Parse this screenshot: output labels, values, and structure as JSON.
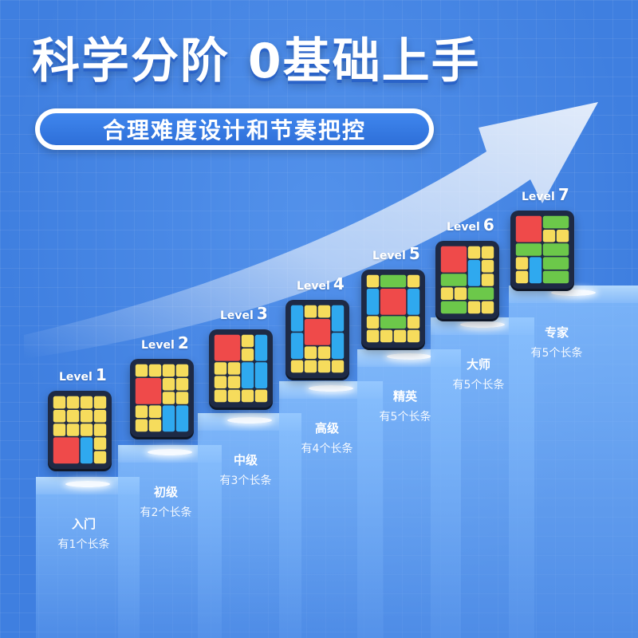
{
  "headline": "科学分阶 0基础上手",
  "subtitle": "合理难度设计和节奏把控",
  "colors": {
    "background": "#3f7fe0",
    "red": "#ef4a4a",
    "yellow": "#f6dc5c",
    "blue": "#2fa9ef",
    "green": "#6cc84a",
    "board": "#1e2a45"
  },
  "levels": [
    {
      "word": "Level",
      "num": "1",
      "name": "入门",
      "desc": "有1个长条",
      "blocks": [
        [
          0,
          0,
          1,
          1,
          "y"
        ],
        [
          1,
          0,
          1,
          1,
          "y"
        ],
        [
          2,
          0,
          1,
          1,
          "y"
        ],
        [
          3,
          0,
          1,
          1,
          "y"
        ],
        [
          0,
          1,
          1,
          1,
          "y"
        ],
        [
          1,
          1,
          1,
          1,
          "y"
        ],
        [
          2,
          1,
          1,
          1,
          "y"
        ],
        [
          3,
          1,
          1,
          1,
          "y"
        ],
        [
          0,
          2,
          1,
          1,
          "y"
        ],
        [
          1,
          2,
          1,
          1,
          "y"
        ],
        [
          2,
          2,
          1,
          1,
          "y"
        ],
        [
          3,
          2,
          1,
          1,
          "y"
        ],
        [
          0,
          3,
          2,
          2,
          "r"
        ],
        [
          2,
          3,
          1,
          2,
          "b"
        ],
        [
          3,
          3,
          1,
          1,
          "y"
        ],
        [
          3,
          4,
          1,
          1,
          "y"
        ]
      ]
    },
    {
      "word": "Level",
      "num": "2",
      "name": "初级",
      "desc": "有2个长条",
      "blocks": [
        [
          0,
          0,
          1,
          1,
          "y"
        ],
        [
          1,
          0,
          1,
          1,
          "y"
        ],
        [
          2,
          0,
          1,
          1,
          "y"
        ],
        [
          3,
          0,
          1,
          1,
          "y"
        ],
        [
          0,
          1,
          2,
          2,
          "r"
        ],
        [
          2,
          1,
          1,
          1,
          "y"
        ],
        [
          3,
          1,
          1,
          1,
          "y"
        ],
        [
          2,
          2,
          1,
          1,
          "y"
        ],
        [
          3,
          2,
          1,
          1,
          "y"
        ],
        [
          0,
          3,
          1,
          1,
          "y"
        ],
        [
          1,
          3,
          1,
          1,
          "y"
        ],
        [
          2,
          3,
          1,
          2,
          "b"
        ],
        [
          3,
          3,
          1,
          2,
          "b"
        ],
        [
          0,
          4,
          1,
          1,
          "y"
        ],
        [
          1,
          4,
          1,
          1,
          "y"
        ]
      ]
    },
    {
      "word": "Level",
      "num": "3",
      "name": "中级",
      "desc": "有3个长条",
      "blocks": [
        [
          0,
          0,
          2,
          2,
          "r"
        ],
        [
          2,
          0,
          1,
          1,
          "y"
        ],
        [
          3,
          0,
          1,
          2,
          "b"
        ],
        [
          2,
          1,
          1,
          1,
          "y"
        ],
        [
          0,
          2,
          1,
          1,
          "y"
        ],
        [
          1,
          2,
          1,
          1,
          "y"
        ],
        [
          2,
          2,
          1,
          2,
          "b"
        ],
        [
          3,
          2,
          1,
          2,
          "b"
        ],
        [
          0,
          3,
          1,
          1,
          "y"
        ],
        [
          1,
          3,
          1,
          1,
          "y"
        ],
        [
          0,
          4,
          1,
          1,
          "y"
        ],
        [
          1,
          4,
          1,
          1,
          "y"
        ],
        [
          2,
          4,
          1,
          1,
          "y"
        ],
        [
          3,
          4,
          1,
          1,
          "y"
        ]
      ]
    },
    {
      "word": "Level",
      "num": "4",
      "name": "高级",
      "desc": "有4个长条",
      "blocks": [
        [
          0,
          0,
          1,
          2,
          "b"
        ],
        [
          1,
          0,
          1,
          1,
          "y"
        ],
        [
          2,
          0,
          1,
          1,
          "y"
        ],
        [
          3,
          0,
          1,
          2,
          "b"
        ],
        [
          1,
          1,
          2,
          2,
          "r"
        ],
        [
          0,
          2,
          1,
          2,
          "b"
        ],
        [
          3,
          2,
          1,
          2,
          "b"
        ],
        [
          1,
          3,
          1,
          1,
          "y"
        ],
        [
          2,
          3,
          1,
          1,
          "y"
        ],
        [
          0,
          4,
          1,
          1,
          "y"
        ],
        [
          1,
          4,
          1,
          1,
          "y"
        ],
        [
          2,
          4,
          1,
          1,
          "y"
        ],
        [
          3,
          4,
          1,
          1,
          "y"
        ]
      ]
    },
    {
      "word": "Level",
      "num": "5",
      "name": "精英",
      "desc": "有5个长条",
      "blocks": [
        [
          0,
          0,
          1,
          1,
          "y"
        ],
        [
          1,
          0,
          2,
          1,
          "g"
        ],
        [
          3,
          0,
          1,
          1,
          "y"
        ],
        [
          0,
          1,
          1,
          2,
          "b"
        ],
        [
          1,
          1,
          2,
          2,
          "r"
        ],
        [
          3,
          1,
          1,
          2,
          "b"
        ],
        [
          0,
          3,
          1,
          1,
          "y"
        ],
        [
          1,
          3,
          2,
          1,
          "g"
        ],
        [
          3,
          3,
          1,
          1,
          "y"
        ],
        [
          0,
          4,
          1,
          1,
          "y"
        ],
        [
          1,
          4,
          1,
          1,
          "y"
        ],
        [
          2,
          4,
          1,
          1,
          "y"
        ],
        [
          3,
          4,
          1,
          1,
          "y"
        ]
      ]
    },
    {
      "word": "Level",
      "num": "6",
      "name": "大师",
      "desc": "有5个长条",
      "blocks": [
        [
          0,
          0,
          2,
          2,
          "r"
        ],
        [
          2,
          0,
          1,
          1,
          "y"
        ],
        [
          3,
          0,
          1,
          1,
          "y"
        ],
        [
          2,
          1,
          1,
          2,
          "b"
        ],
        [
          3,
          1,
          1,
          1,
          "y"
        ],
        [
          0,
          2,
          2,
          1,
          "g"
        ],
        [
          3,
          2,
          1,
          1,
          "y"
        ],
        [
          0,
          3,
          1,
          1,
          "y"
        ],
        [
          1,
          3,
          1,
          1,
          "y"
        ],
        [
          2,
          3,
          2,
          1,
          "g"
        ],
        [
          0,
          4,
          2,
          1,
          "g"
        ],
        [
          2,
          4,
          1,
          1,
          "y"
        ],
        [
          3,
          4,
          1,
          1,
          "y"
        ]
      ]
    },
    {
      "word": "Level",
      "num": "7",
      "name": "专家",
      "desc": "有5个长条",
      "blocks": [
        [
          0,
          0,
          2,
          2,
          "r"
        ],
        [
          2,
          0,
          2,
          1,
          "g"
        ],
        [
          2,
          1,
          1,
          1,
          "y"
        ],
        [
          3,
          1,
          1,
          1,
          "y"
        ],
        [
          0,
          2,
          2,
          1,
          "g"
        ],
        [
          2,
          2,
          2,
          1,
          "g"
        ],
        [
          0,
          3,
          1,
          1,
          "y"
        ],
        [
          1,
          3,
          1,
          2,
          "b"
        ],
        [
          2,
          3,
          2,
          1,
          "g"
        ],
        [
          0,
          4,
          1,
          1,
          "y"
        ],
        [
          2,
          4,
          2,
          1,
          "g"
        ]
      ]
    }
  ]
}
